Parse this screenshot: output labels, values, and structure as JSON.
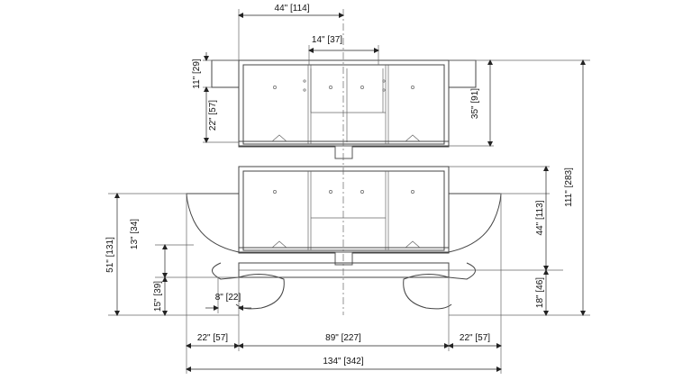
{
  "dimensions": {
    "top_width": "44\" [114]",
    "inner_width": "14\" [37]",
    "top_drop": "11\" [29]",
    "upper_gap": "22\" [57]",
    "upper_height": "35\" [91]",
    "total_height": "111\" [283]",
    "lower_height": "44\" [113]",
    "base_height": "18\" [46]",
    "outer_height": "51\" [131]",
    "side_13": "13\" [34]",
    "side_15": "15\" [39]",
    "small_8": "8\" [22]",
    "left_span": "22\" [57]",
    "center_span": "89\" [227]",
    "right_span": "22\" [57]",
    "overall_width": "134\" [342]"
  }
}
